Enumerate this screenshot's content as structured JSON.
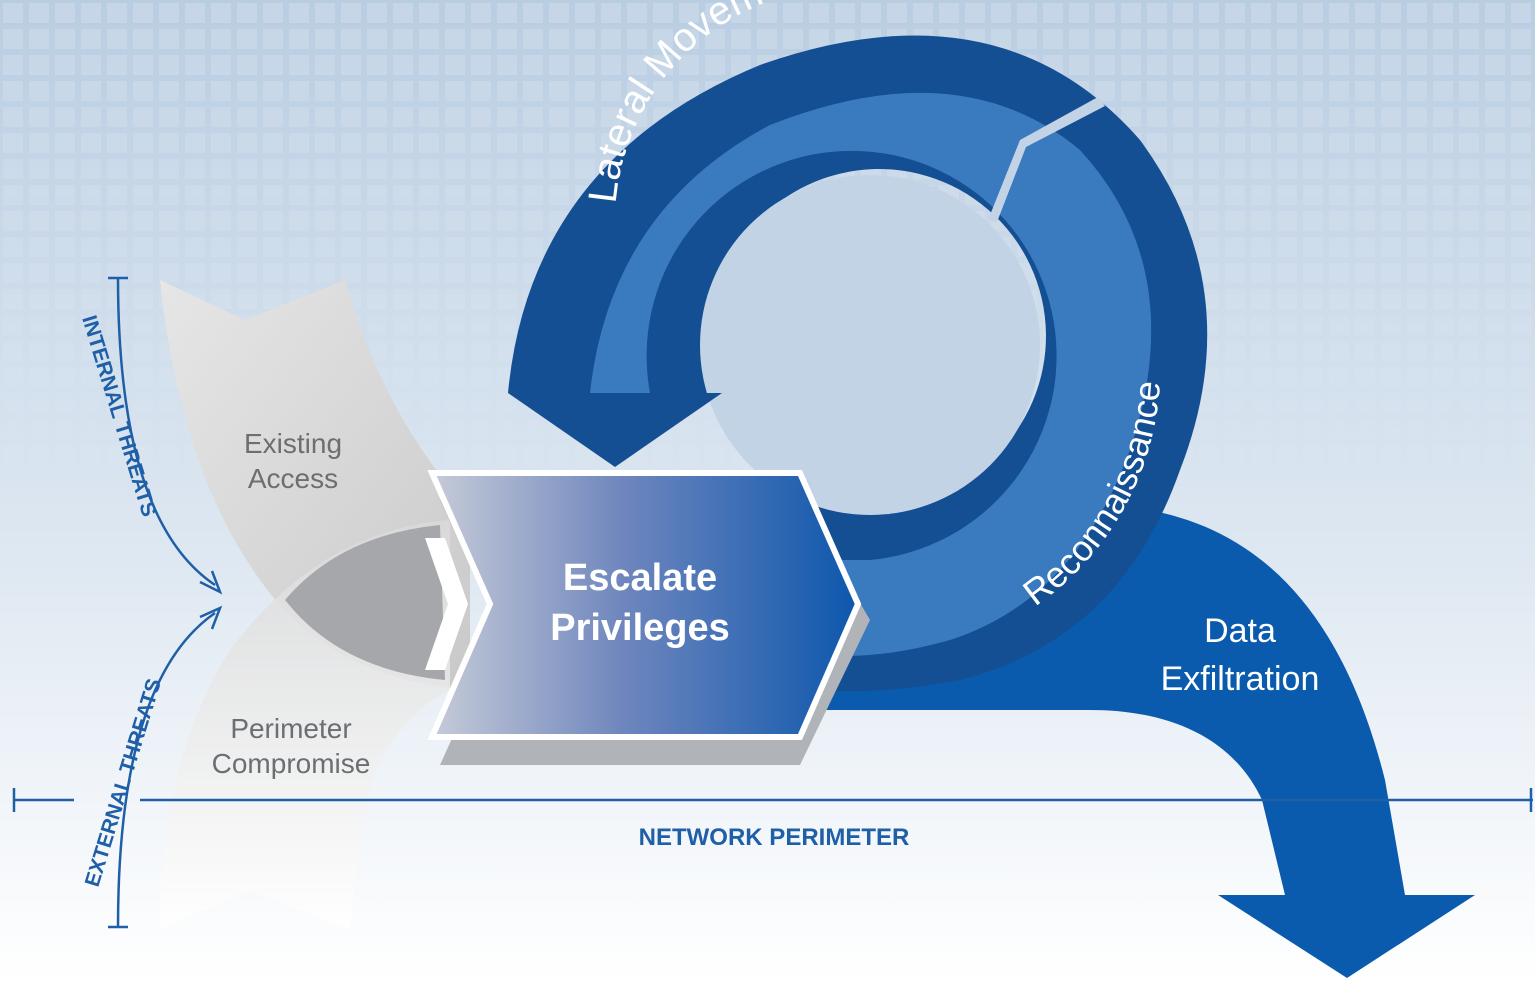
{
  "diagram": {
    "stages": {
      "existing_access": "Existing\nAccess",
      "perimeter_compromise": "Perimeter\nCompromise",
      "escalate_privileges": "Escalate\nPrivileges",
      "lateral_movement": "Lateral Movement",
      "reconnaissance": "Reconnaissance",
      "data_exfiltration": "Data\nExfiltration"
    },
    "side_labels": {
      "internal_threats": "INTERNAL THREATS",
      "external_threats": "EXTERNAL THREATS"
    },
    "perimeter_label": "NETWORK PERIMETER"
  },
  "colors": {
    "primary_blue": "#0a5bad",
    "dark_blue": "#154f93",
    "mid_blue": "#3a7bbf",
    "gray_band": "#cfd0d3",
    "label_blue": "#1f5fa8",
    "background_top": "#b6c9de"
  }
}
